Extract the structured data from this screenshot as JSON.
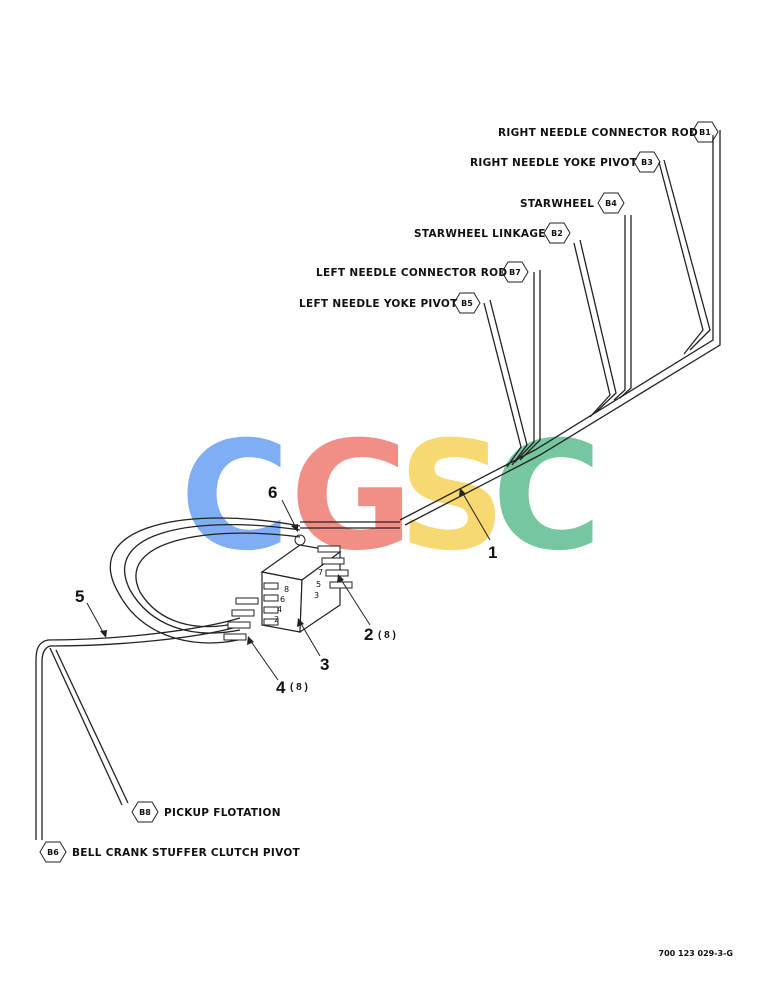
{
  "watermark": {
    "letters": [
      "C",
      "G",
      "S",
      "C"
    ],
    "colors": [
      "#7aaaf4",
      "#f08a80",
      "#f7d66a",
      "#6fc49a"
    ]
  },
  "callouts": [
    {
      "code": "B1",
      "label": "RIGHT NEEDLE CONNECTOR ROD"
    },
    {
      "code": "B3",
      "label": "RIGHT NEEDLE YOKE PIVOT"
    },
    {
      "code": "B4",
      "label": "STARWHEEL"
    },
    {
      "code": "B2",
      "label": "STARWHEEL LINKAGE"
    },
    {
      "code": "B7",
      "label": "LEFT NEEDLE CONNECTOR ROD"
    },
    {
      "code": "B5",
      "label": "LEFT NEEDLE YOKE PIVOT"
    },
    {
      "code": "B8",
      "label": "PICKUP FLOTATION"
    },
    {
      "code": "B6",
      "label": "BELL CRANK STUFFER CLUTCH PIVOT"
    }
  ],
  "item_numbers": [
    {
      "num": "1",
      "qty": ""
    },
    {
      "num": "2",
      "qty": "( 8 )"
    },
    {
      "num": "3",
      "qty": ""
    },
    {
      "num": "4",
      "qty": "( 8 )"
    },
    {
      "num": "5",
      "qty": ""
    },
    {
      "num": "6",
      "qty": ""
    }
  ],
  "block_port_numbers": [
    "8",
    "6",
    "4",
    "2",
    "7",
    "5",
    "3"
  ],
  "drawing_ref": "700 123 029-3-G"
}
